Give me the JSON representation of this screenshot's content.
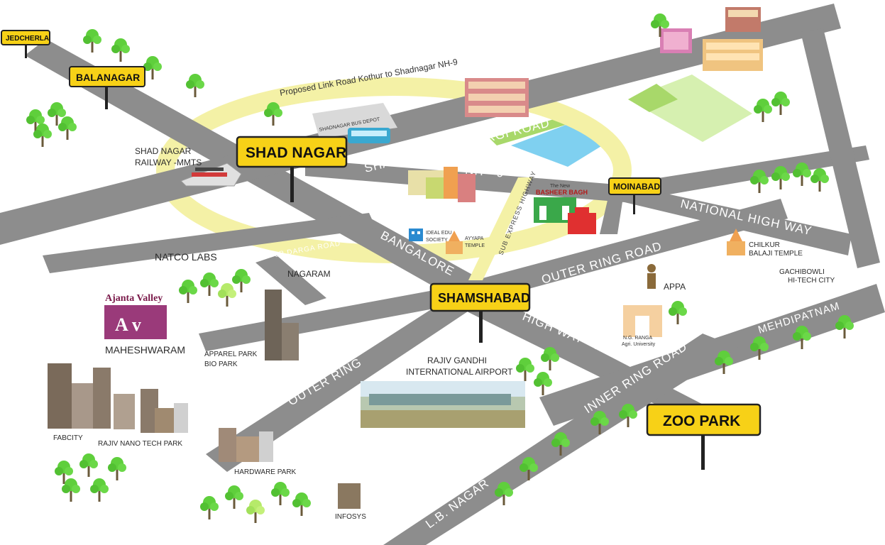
{
  "colors": {
    "road": "#8d8d8d",
    "ring": "#f4f1a6",
    "sign_fill": "#f7d117",
    "sign_border": "#222222",
    "tree": "#5fcf3c",
    "water": "#7fd0f0",
    "field": "#a8d86a"
  },
  "signs": {
    "jedcherla": "JEDCHERLA",
    "balanagar": "BALANAGAR",
    "shad_nagar": "SHAD NAGAR",
    "moinabad": "MOINABAD",
    "shamshabad": "SHAMSHABAD",
    "zoo_park": "ZOO PARK"
  },
  "roads": {
    "proposed_link": "Proposed Link Road Kothur to Shadnagar NH-9",
    "shadnagar_pargi": "SHADNAGAR  TO  PARGI ROAD",
    "nh9": "NH - 9",
    "national_highway": "NATIONAL HIGH WAY",
    "outer_ring_road": "OUTER RING ROAD",
    "jp_darga": "JP DARGA ROAD",
    "bangalore": "BANGALORE",
    "highway_nh7": "HIGH WAY - NH7",
    "sub_express": "SUB EXPRESS HIGHWAY",
    "outer_ring": "OUTER RING",
    "inner_ring": "INNER RING ROAD",
    "mehdipatnam": "MEHDIPATNAM",
    "lb_nagar": "L.B. NAGAR"
  },
  "places": {
    "railway_line1": "SHAD NAGAR",
    "railway_line2": "RAILWAY -MMTS",
    "bus_depot": "SHADNAGAR BUS DEPOT",
    "natco": "NATCO LABS",
    "nagaram": "NAGARAM",
    "ideal_line1": "IDEAL EDU",
    "ideal_line2": "SOCIETY",
    "ayyapa_line1": "AYYAPA",
    "ayyapa_line2": "TEMPLE",
    "basheer_top": "The New",
    "basheer_name": "BASHEER BAGH",
    "ajanta": "Ajanta Valley",
    "ajanta_logo": "A v",
    "maheshwaram": "MAHESHWARAM",
    "apparel_line1": "APPAREL PARK",
    "apparel_line2": "BIO PARK",
    "airport_line1": "RAJIV GANDHI",
    "airport_line2": "INTERNATIONAL AIRPORT",
    "chilkur_line1": "CHILKUR",
    "chilkur_line2": "BALAJI TEMPLE",
    "appa": "APPA",
    "gachibowli_line1": "GACHIBOWLI",
    "gachibowli_line2": "HI-TECH CITY",
    "ngranga_line1": "N.G. RANGA",
    "ngranga_line2": "Agri. University",
    "fabcity": "FABCITY",
    "nanotech": "RAJIV NANO TECH PARK",
    "hardware": "HARDWARE PARK",
    "infosys": "INFOSYS"
  }
}
